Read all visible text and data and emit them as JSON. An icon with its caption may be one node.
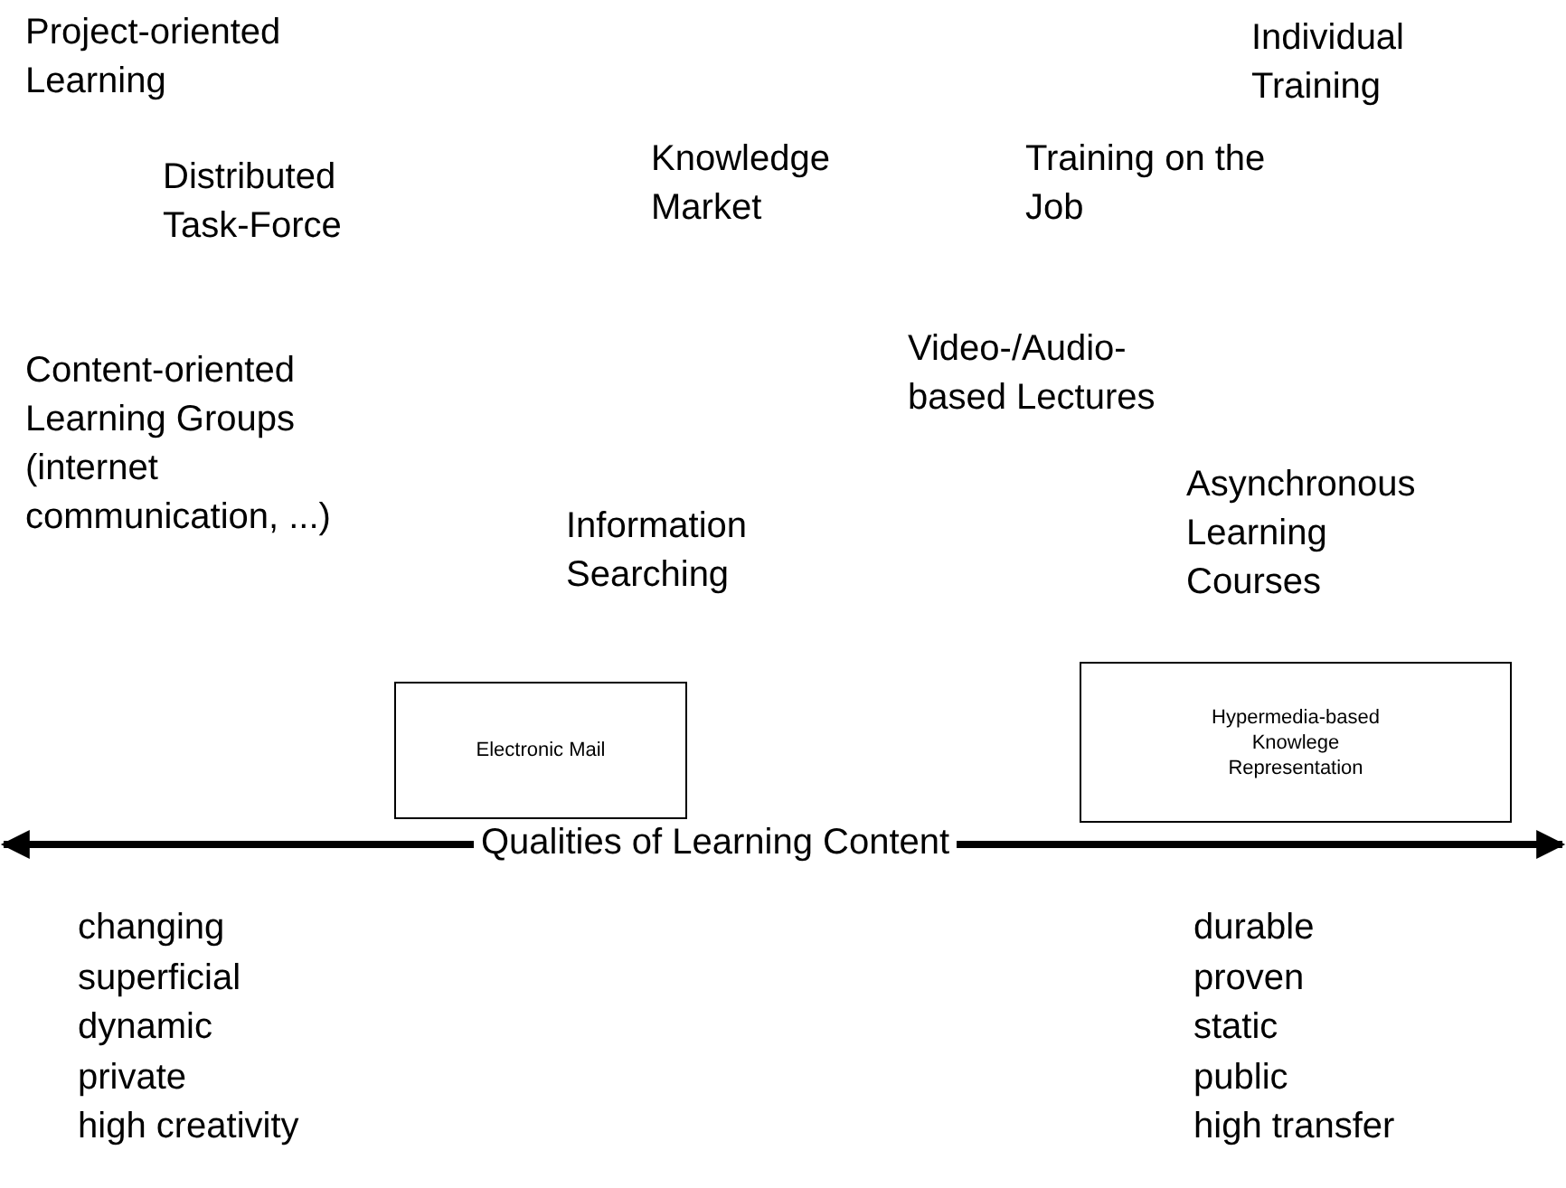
{
  "diagram": {
    "nodes": [
      {
        "text": [
          "Electronic Mail"
        ]
      },
      {
        "text": [
          "Hypermedia-based Knowlege Representation"
        ]
      }
    ],
    "labels": [
      "Project-oriented Learning",
      "Individual Training",
      "Distributed Task-Force",
      "Knowledge Market",
      "Training on the Job",
      "Video-/Audio-based Lectures",
      "Content-oriented Learning Groups (internet communication, ...)",
      "Asynchronous Learning Courses",
      "Information Searching",
      "Qualities of Learning Content",
      "changing",
      "durable",
      "superficial",
      "proven",
      "dynamic",
      "static",
      "private",
      "public",
      "high creativity",
      "high transfer"
    ]
  }
}
